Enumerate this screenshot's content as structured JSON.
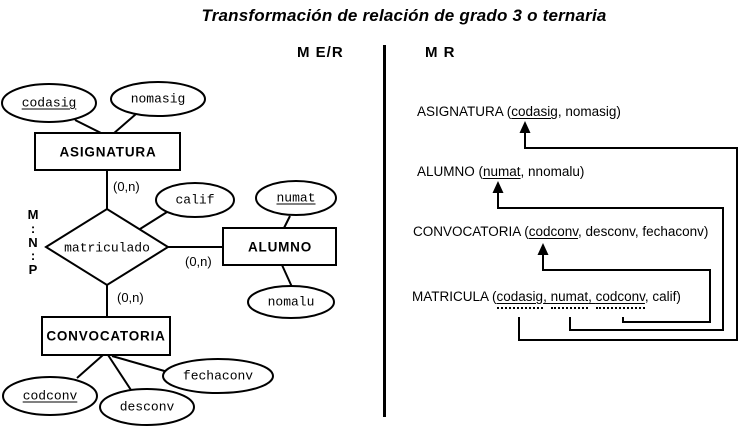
{
  "title": "Transformación de relación de grado 3 o ternaria",
  "headers": {
    "left": "M E/R",
    "right": "M R"
  },
  "colors": {
    "ink": "#000000",
    "background": "#ffffff"
  },
  "er": {
    "entities": {
      "asignatura": "ASIGNATURA",
      "alumno": "ALUMNO",
      "convocatoria": "CONVOCATORIA"
    },
    "relationship": "matriculado",
    "ratio": "M\n:\nN\n:\nP",
    "attributes": {
      "codasig": "codasig",
      "nomasig": "nomasig",
      "calif": "calif",
      "numat": "numat",
      "nomalu": "nomalu",
      "codconv": "codconv",
      "desconv": "desconv",
      "fechaconv": "fechaconv"
    },
    "cardinalities": {
      "asignatura": "(0,n)",
      "alumno": "(0,n)",
      "convocatoria": "(0,n)"
    }
  },
  "mr": {
    "rows": [
      {
        "relation": "ASIGNATURA",
        "segments": [
          {
            "name": "relation-name",
            "cls": "t",
            "text": "ASIGNATURA ("
          },
          {
            "name": "primary-key",
            "cls": "pk",
            "text": "codasig"
          },
          {
            "name": "other-attrs",
            "cls": "t",
            "text": ", nomasig)"
          }
        ]
      },
      {
        "relation": "ALUMNO",
        "segments": [
          {
            "name": "relation-name",
            "cls": "t",
            "text": "ALUMNO ("
          },
          {
            "name": "primary-key",
            "cls": "pk",
            "text": "numat"
          },
          {
            "name": "other-attrs",
            "cls": "t",
            "text": ", nnomalu)"
          }
        ]
      },
      {
        "relation": "CONVOCATORIA",
        "segments": [
          {
            "name": "relation-name",
            "cls": "t",
            "text": "CONVOCATORIA ("
          },
          {
            "name": "primary-key",
            "cls": "pk",
            "text": "codconv"
          },
          {
            "name": "other-attrs",
            "cls": "t",
            "text": ", desconv, fechaconv)"
          }
        ]
      },
      {
        "relation": "MATRICULA",
        "segments": [
          {
            "name": "relation-name",
            "cls": "t",
            "text": "MATRICULA ("
          },
          {
            "name": "foreign-key",
            "cls": "fk",
            "text": "codasig"
          },
          {
            "name": "key-separator",
            "cls": "pk",
            "text": ", "
          },
          {
            "name": "foreign-key",
            "cls": "fk",
            "text": "numat"
          },
          {
            "name": "key-separator",
            "cls": "pk",
            "text": ", "
          },
          {
            "name": "foreign-key",
            "cls": "fk",
            "text": "codconv"
          },
          {
            "name": "other-attrs",
            "cls": "t",
            "text": ", calif)"
          }
        ]
      }
    ]
  }
}
